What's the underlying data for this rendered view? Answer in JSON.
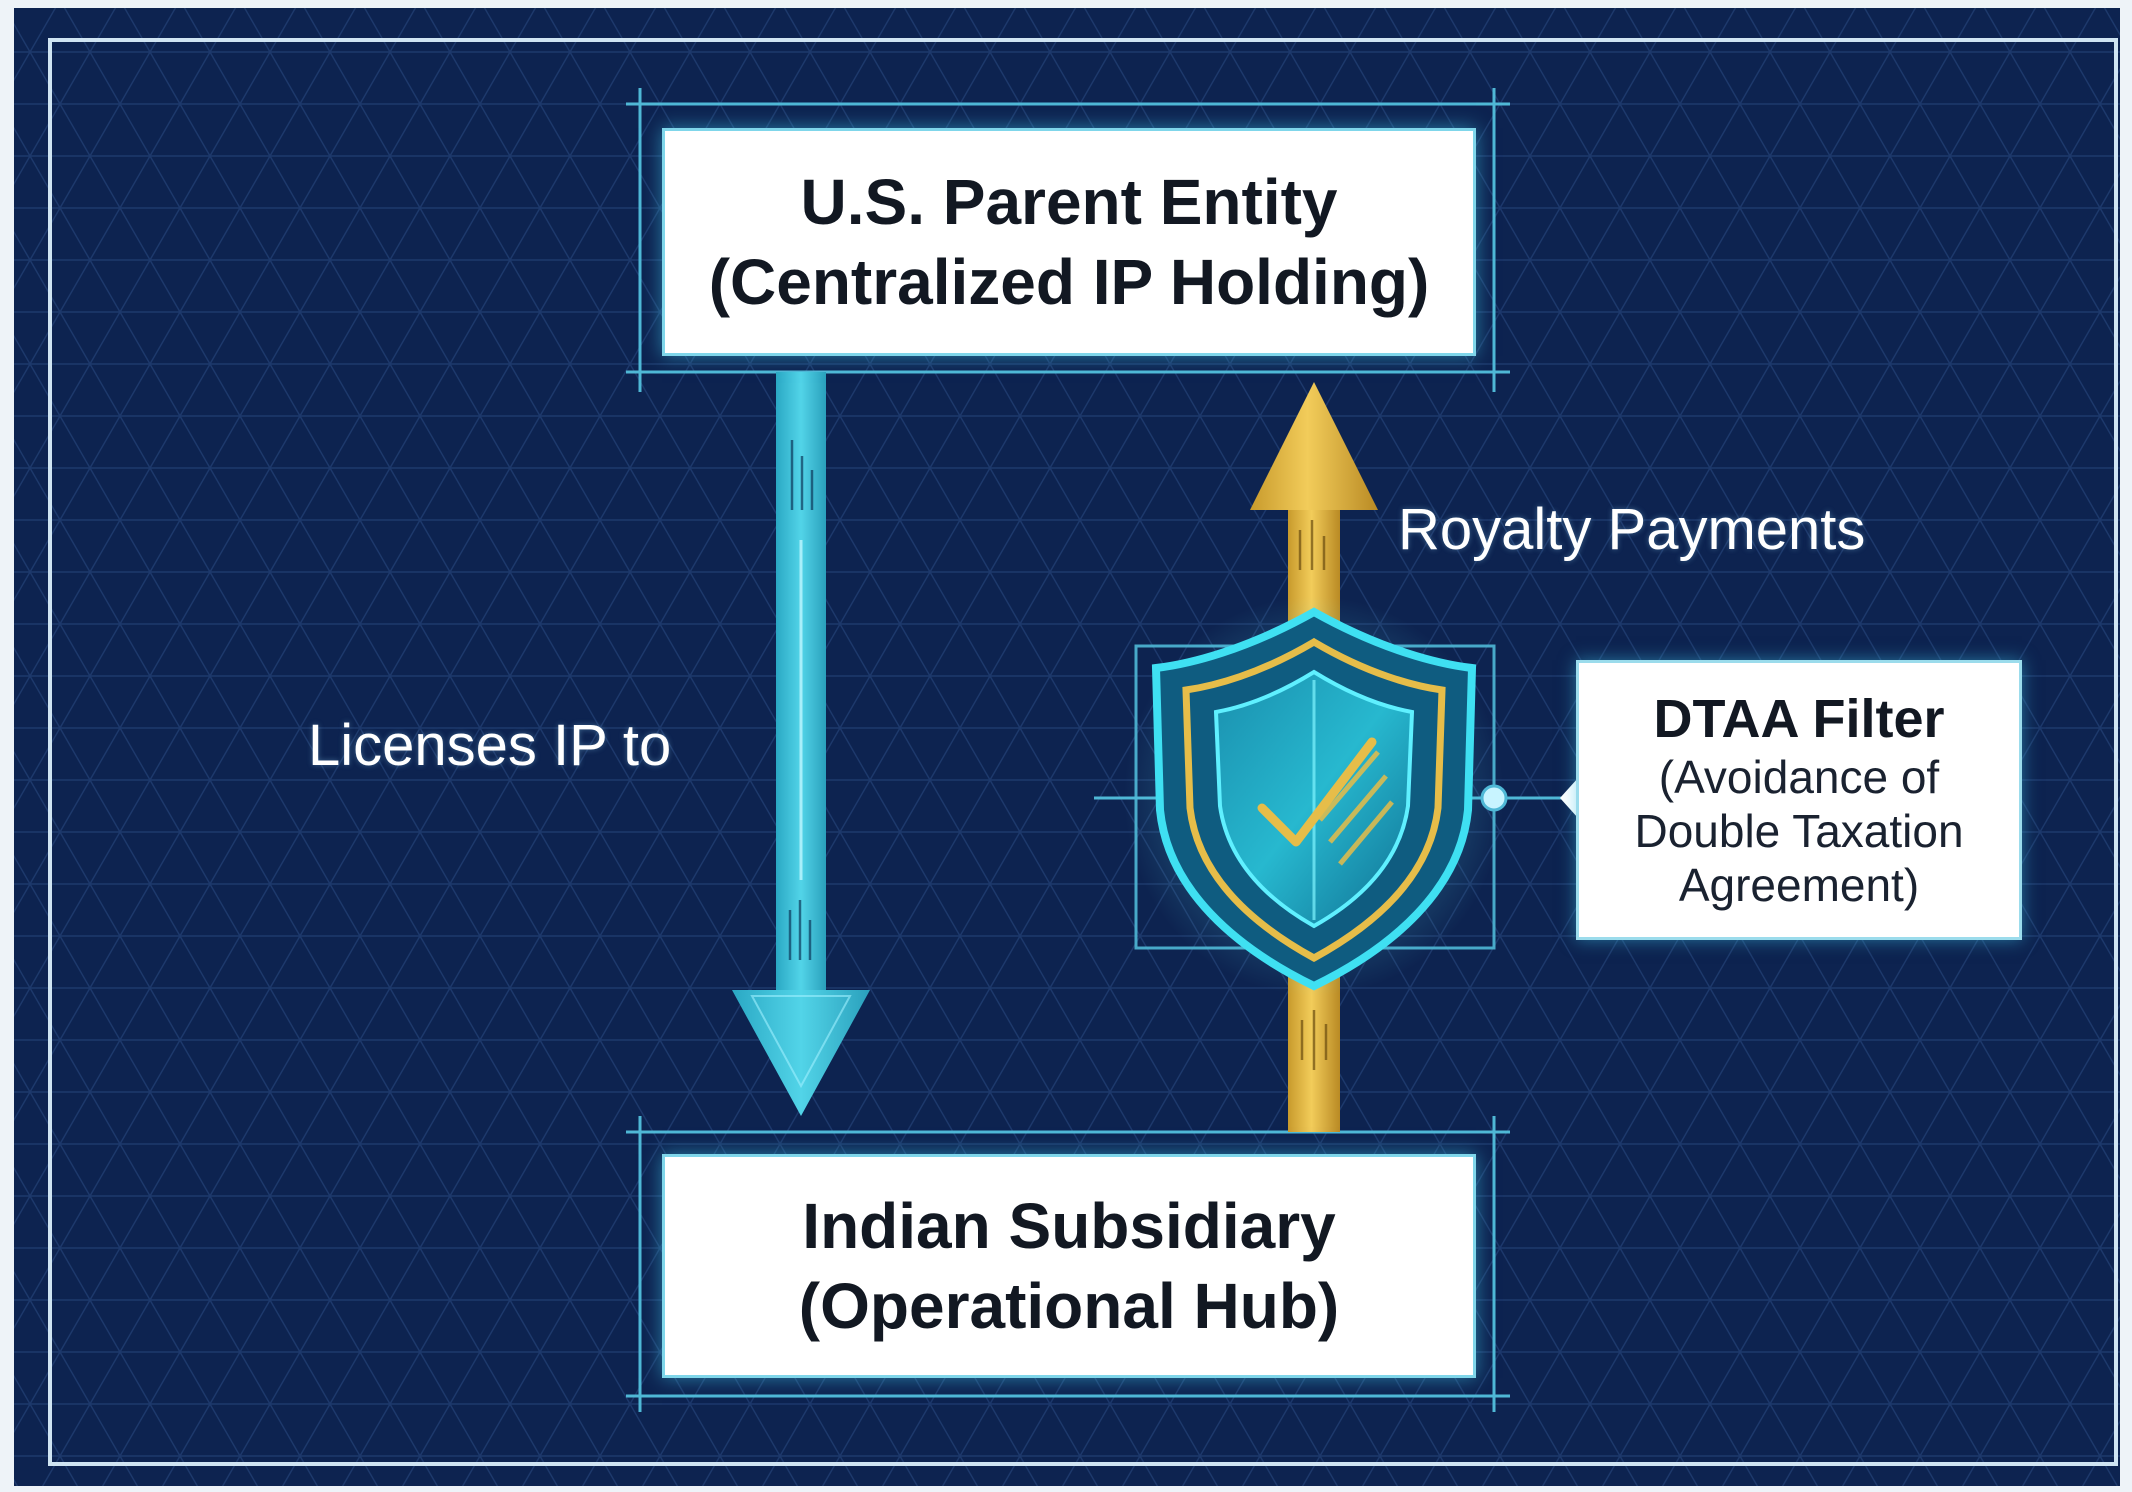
{
  "diagram": {
    "parent_entity": {
      "line1": "U.S. Parent Entity",
      "line2": "(Centralized IP Holding)"
    },
    "subsidiary": {
      "line1": "Indian Subsidiary",
      "line2": "(Operational Hub)"
    },
    "licenses_label": "Licenses IP to",
    "royalty_label": "Royalty Payments",
    "dtaa": {
      "title": "DTAA Filter",
      "line1": "(Avoidance of",
      "line2": "Double Taxation",
      "line3": "Agreement)"
    },
    "colors": {
      "background": "#0d2350",
      "license_arrow": "#35c0d8",
      "royalty_arrow": "#e3b63a",
      "shield": "#33d2e6",
      "shield_trim": "#e6bd49",
      "accent_line": "#4fb8d6"
    }
  }
}
